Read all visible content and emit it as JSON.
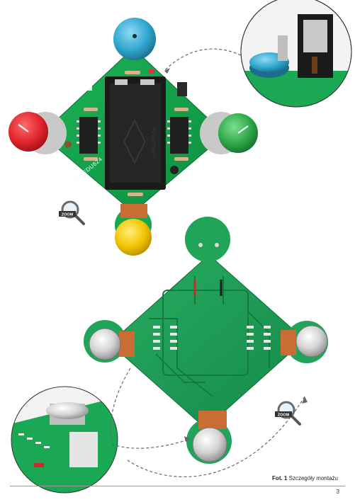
{
  "figure": {
    "label": "Fot. 1",
    "caption": "Szczegóły montażu"
  },
  "board_top": {
    "silkscreen_name": "AUTEDU624",
    "battery_holder_marking": "9V BATTERY"
  },
  "zoom_label": "ZOOM",
  "page_number": "3",
  "colors": {
    "pcb_green": "#13a54c",
    "pcb_green_dark": "#0e8a3e",
    "back_side_green": "#1c9b55",
    "knob_red": "#e0262c",
    "knob_green": "#2ea84a",
    "knob_yellow": "#f2c400",
    "buzzer_blue": "#2fa6cf",
    "battery_holder": "#1a1a1a"
  }
}
